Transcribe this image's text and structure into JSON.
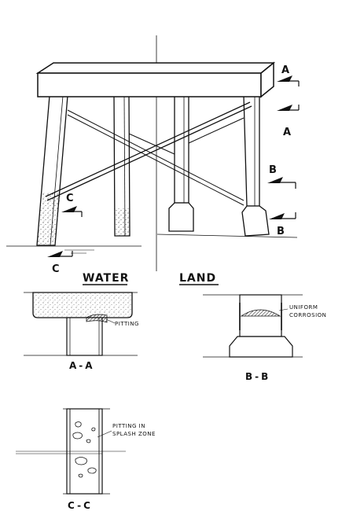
{
  "sections": {
    "a": "A",
    "b": "B",
    "c": "C"
  },
  "headings": {
    "water": "WATER",
    "land": "LAND"
  },
  "annotations": {
    "pitting": "PITTING",
    "uniform_line1": "UNIFORM",
    "uniform_line2": "CORROSION",
    "splash_line1": "PITTING  IN",
    "splash_line2": "SPLASH ZONE"
  },
  "section_titles": {
    "aa": "A-A",
    "bb": "B-B",
    "cc": "C-C"
  }
}
